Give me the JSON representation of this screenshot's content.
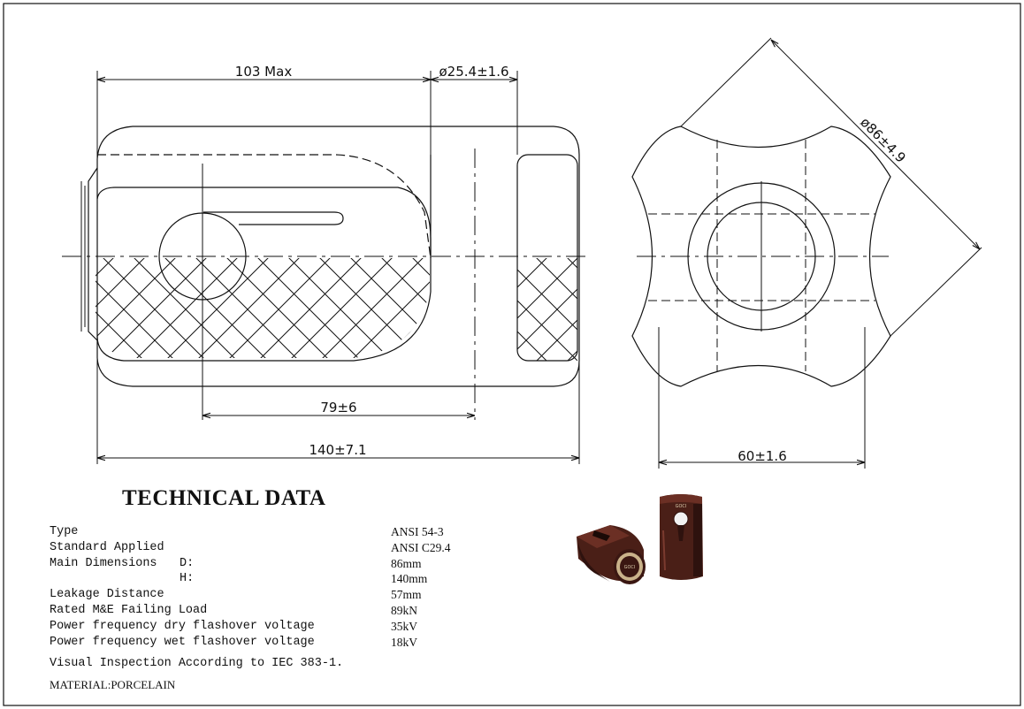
{
  "drawing": {
    "dims": {
      "length_max": "103 Max",
      "hole_diameter": "ø25.4±1.6",
      "hole_spacing": "79±6",
      "overall_length": "140±7.1",
      "overall_diameter": "ø86±4.9",
      "width": "60±1.6"
    }
  },
  "technical_data": {
    "title": "TECHNICAL DATA",
    "rows": [
      {
        "label": "Type",
        "sub": "",
        "value": "ANSI 54-3"
      },
      {
        "label": "Standard Applied",
        "sub": "",
        "value": "ANSI C29.4"
      },
      {
        "label": "Main Dimensions",
        "sub": "D:",
        "value": "86mm"
      },
      {
        "label": "",
        "sub": "H:",
        "value": "140mm"
      },
      {
        "label": "Leakage Distance",
        "sub": "",
        "value": "57mm"
      },
      {
        "label": "Rated M&E Failing Load",
        "sub": "",
        "value": "89kN"
      },
      {
        "label": "Power frequency dry flashover voltage",
        "sub": "",
        "value": "35kV"
      },
      {
        "label": "Power frequency wet flashover voltage",
        "sub": "",
        "value": "18kV"
      }
    ],
    "inspection_note": "Visual Inspection According to IEC 383-1.",
    "material": "MATERIAL:PORCELAIN"
  },
  "photo": {
    "brand_mark": "GOCI",
    "body_color": "#4a1f17",
    "highlight_color": "#7a3a2e"
  }
}
